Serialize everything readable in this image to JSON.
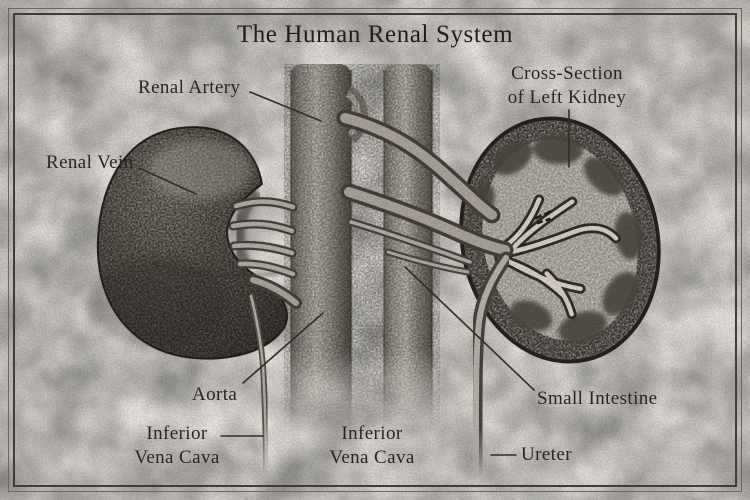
{
  "title": "The Human Renal System",
  "labels": {
    "renal_artery": "Renal Artery",
    "renal_vein": "Renal Vein",
    "cross_section_line1": "Cross-Section",
    "cross_section_line2": "of Left Kidney",
    "aorta": "Aorta",
    "ivc_left_line1": "Inferior",
    "ivc_left_line2": "Vena Cava",
    "ivc_center_line1": "Inferior",
    "ivc_center_line2": "Vena Cava",
    "small_intestine": "Small Intestine",
    "ureter": "Ureter"
  },
  "illustration": {
    "style": "vintage pencil anatomical drawing on textured paper with double-line frame",
    "parts": [
      "whole-right-kidney-front-view",
      "left-kidney-cross-section",
      "aorta-vessel",
      "inferior-vena-cava-vessel",
      "renal-artery-and-vein-branches",
      "left-ureter",
      "right-ureter"
    ]
  },
  "colors": {
    "paper": "#e9e6e1",
    "ink": "#2a251f",
    "frame_outer": "#6d6760",
    "frame_inner": "#433d37",
    "drawing_dark": "#3a352f",
    "drawing_mid": "#8a847c",
    "drawing_light": "#cfc9c1"
  }
}
